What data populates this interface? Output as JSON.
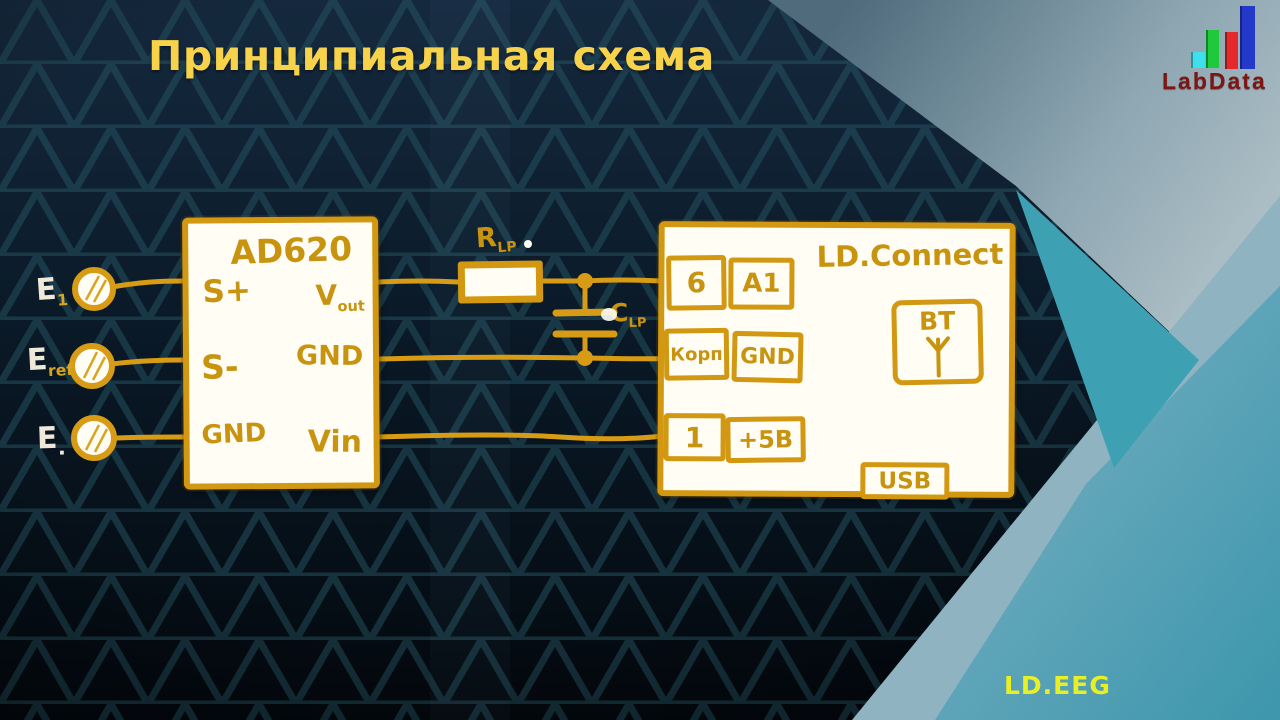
{
  "slide": {
    "title": "Принципиальная схема",
    "footer_brand": "LD.EEG"
  },
  "logo": {
    "name": "LabData",
    "bar_colors": [
      "#3fe0ec",
      "#1fc93c",
      "#e4282c",
      "#2438c9"
    ]
  },
  "colors": {
    "accent_gold": "#d29812",
    "title_yellow": "#f7d24b",
    "footer_yellow": "#e9ef25",
    "background_navy": "#0a1724",
    "teal_shape": "#3da1b3",
    "gray_shape": "#8ea7b2",
    "logo_red": "#7d1512"
  },
  "schematic": {
    "amplifier": {
      "title": "AD620",
      "pin_s_plus": "S+",
      "pin_s_minus": "S-",
      "pin_gnd_left": "GND",
      "pin_vout_base": "V",
      "pin_vout_sub": "out",
      "pin_gnd_right": "GND",
      "pin_vin": "Vin"
    },
    "electrodes": [
      {
        "base": "E",
        "sub": "1"
      },
      {
        "base": "E",
        "sub": "ref"
      },
      {
        "base": "E",
        "sub": "."
      }
    ],
    "filter": {
      "resistor_base": "R",
      "resistor_sub": "LP",
      "capacitor_base": "C",
      "capacitor_sub": "LP"
    },
    "module": {
      "title": "LD.Connect",
      "rows": [
        {
          "pin": "6",
          "signal": "A1"
        },
        {
          "pin": "Корп",
          "signal": "GND"
        },
        {
          "pin": "1",
          "signal": "+5В"
        }
      ],
      "bt": "BT",
      "usb": "USB"
    }
  }
}
